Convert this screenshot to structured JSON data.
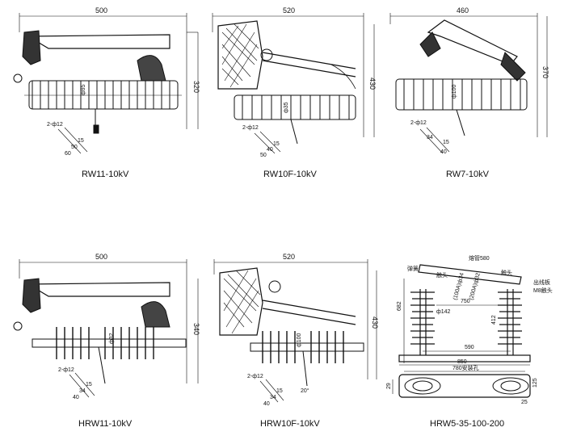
{
  "panels": [
    {
      "id": "rw11",
      "caption": "RW11-10kV",
      "width_dim": "500",
      "height_dim": "320",
      "dia": "ф95",
      "hole": "2-ф12",
      "small_dims": [
        "15",
        "50",
        "60"
      ]
    },
    {
      "id": "rw10f",
      "caption": "RW10F-10kV",
      "width_dim": "520",
      "height_dim": "430",
      "dia": "ф35",
      "hole": "2-ф12",
      "small_dims": [
        "15",
        "40",
        "50"
      ]
    },
    {
      "id": "rw7",
      "caption": "RW7-10kV",
      "width_dim": "460",
      "height_dim": "370",
      "dia": "ф100",
      "hole": "2-ф12",
      "small_dims": [
        "15",
        "34",
        "40"
      ]
    },
    {
      "id": "hrw11",
      "caption": "HRW11-10kV",
      "width_dim": "500",
      "height_dim": "340",
      "dia": "ф32",
      "hole": "2-ф12",
      "small_dims": [
        "15",
        "34",
        "40"
      ]
    },
    {
      "id": "hrw10f",
      "caption": "HRW10F-10kV",
      "width_dim": "520",
      "height_dim": "430",
      "dia": "ф100",
      "hole": "2-ф12",
      "small_dims": [
        "15",
        "34",
        "40"
      ],
      "angle": "20°"
    },
    {
      "id": "hrw5",
      "caption": "HRW5-35-100-200",
      "labels": {
        "top_len": "熔管580",
        "spring": "弹簧",
        "contact": "触头",
        "contact2": "触头",
        "outlet": "出线板",
        "m8": "M8触头",
        "d1": "(100A)ф34",
        "d2": "(200A)ф32",
        "h_total": "682",
        "w750": "750",
        "d142": "ф142",
        "h412": "412",
        "w590": "590",
        "w850": "850",
        "w780": "780安装孔",
        "w29": "29",
        "w125": "125",
        "w25": "25"
      }
    }
  ]
}
